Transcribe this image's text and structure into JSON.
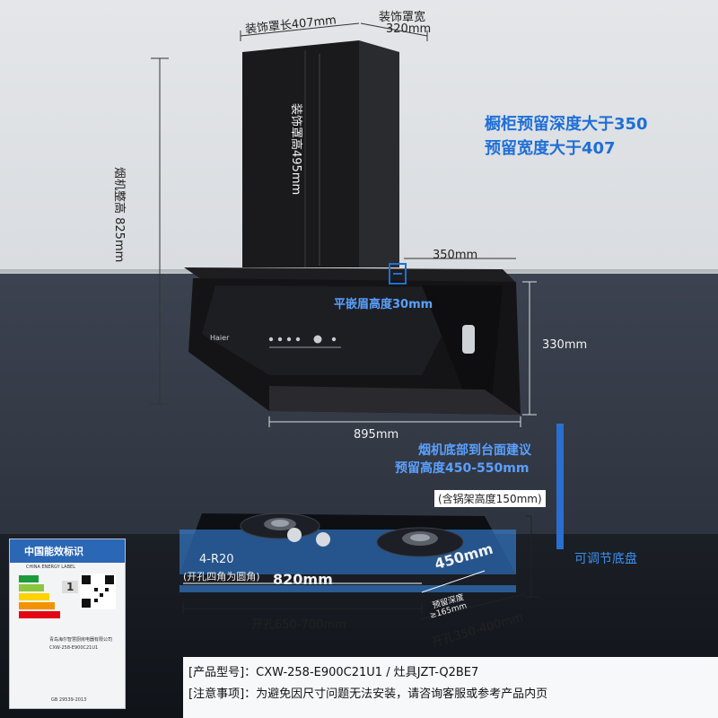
{
  "dimensions": {
    "cover_length": "装饰罩长407mm",
    "cover_width_label": "装饰罩宽",
    "cover_width_value": "320mm",
    "cover_height": "装饰罩高495mm",
    "hood_height": "烟机整高 825mm",
    "depth_350": "350mm",
    "flush_height": "平嵌眉高度30mm",
    "height_330": "330mm",
    "width_895": "895mm",
    "stove_width": "820mm",
    "stove_depth": "450mm",
    "corner_radius": "4-R20",
    "corner_note": "(开孔四角为圆角)",
    "cutout_width": "开孔650-700mm",
    "cutout_depth": "开孔350-400mm",
    "reserve_depth_label": "预留深度",
    "reserve_depth_value": "≥165mm"
  },
  "notes": {
    "cabinet_line1": "橱柜预留深度大于350",
    "cabinet_line2": "预留宽度大于407",
    "install_line1": "烟机底部到台面建议",
    "install_line2": "预留高度450-550mm",
    "install_line3": "(含锅架高度150mm)",
    "adjustable_base": "可调节底盘"
  },
  "product": {
    "hood_logo": "Haier",
    "model_line": "[产品型号]：CXW-258-E900C21U1 / 灶具JZT-Q2BE7",
    "notice_line": "[注意事项]：为避免因尺寸问题无法安装，请咨询客服或参考产品内页"
  },
  "energy_label": {
    "title": "中国能效标识",
    "subtitle": "CHINA ENERGY LABEL",
    "grade": "1",
    "company": "青岛海尔智慧厨房电器有限公司",
    "model": "CXW-258-E900C21U1",
    "standard": "GB 29539-2013"
  },
  "colors": {
    "accent_blue": "#1f6fd6",
    "stove_glass_blue": "#3a8ff0",
    "hood_black": "#141416"
  }
}
